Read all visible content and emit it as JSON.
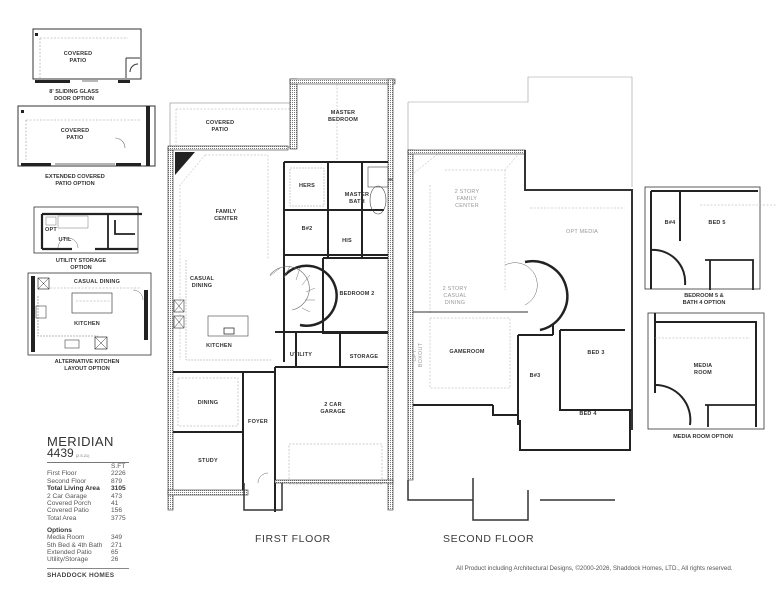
{
  "plan": {
    "name": "MERIDIAN",
    "number": "4439",
    "revision": "(2.5.21)",
    "sqft_header": "S.FT",
    "areas": [
      {
        "label": "First Floor",
        "value": "2226",
        "bold": false
      },
      {
        "label": "Second Floor",
        "value": "879",
        "bold": false
      },
      {
        "label": "Total Living Area",
        "value": "3105",
        "bold": true
      },
      {
        "label": "2 Car Garage",
        "value": "473",
        "bold": false
      },
      {
        "label": "Covered Porch",
        "value": "41",
        "bold": false
      },
      {
        "label": "Covered Patio",
        "value": "156",
        "bold": false
      },
      {
        "label": "Total Area",
        "value": "3775",
        "bold": false
      }
    ],
    "options_title": "Options",
    "options": [
      {
        "label": "Media Room",
        "value": "349"
      },
      {
        "label": "5th Bed & 4th Bath",
        "value": "271"
      },
      {
        "label": "Extended Patio",
        "value": "65"
      },
      {
        "label": "Utility/Storage",
        "value": "26"
      }
    ],
    "brand": "SHADDOCK HOMES"
  },
  "floors": {
    "first": {
      "title": "FIRST FLOOR",
      "rooms": {
        "covered_patio": [
          "COVERED",
          "PATIO"
        ],
        "master_bedroom": [
          "MASTER",
          "BEDROOM"
        ],
        "hers": "HERS",
        "master_bath": [
          "MASTER",
          "BATH"
        ],
        "bath2": "B#2",
        "his": "HIS",
        "family_center": [
          "FAMILY",
          "CENTER"
        ],
        "casual_dining": [
          "CASUAL",
          "DINING"
        ],
        "kitchen": "KITCHEN",
        "bedroom2": "BEDROOM 2",
        "utility": "UTILITY",
        "storage": "STORAGE",
        "dining": "DINING",
        "foyer": "FOYER",
        "study": "STUDY",
        "garage": [
          "2 CAR",
          "GARAGE"
        ]
      }
    },
    "second": {
      "title": "SECOND FLOOR",
      "rooms": {
        "family_open": [
          "2 STORY",
          "FAMILY",
          "CENTER"
        ],
        "casual_open": [
          "2 STORY",
          "CASUAL",
          "DINING"
        ],
        "opt_media": "OPT MEDIA",
        "gameroom": "GAMEROOM",
        "boxout": [
          "OPT.",
          "BOXOUT"
        ],
        "bath3": "B#3",
        "bed3": "BED 3",
        "bed4": "BED 4"
      }
    }
  },
  "option_plans": [
    {
      "id": "sliding-door",
      "rooms": [
        "COVERED",
        "PATIO"
      ],
      "caption": [
        "8' SLIDING GLASS",
        "DOOR OPTION"
      ]
    },
    {
      "id": "extended-patio",
      "rooms": [
        "COVERED",
        "PATIO"
      ],
      "caption": [
        "EXTENDED COVERED",
        "PATIO OPTION"
      ]
    },
    {
      "id": "utility-storage",
      "rooms": [
        "OPT",
        "UTIL"
      ],
      "caption": [
        "UTILITY STORAGE",
        "OPTION"
      ]
    },
    {
      "id": "alt-kitchen",
      "rooms": [
        "CASUAL DINING",
        "KITCHEN"
      ],
      "caption": [
        "ALTERNATIVE KITCHEN",
        "LAYOUT OPTION"
      ]
    },
    {
      "id": "bedroom5",
      "rooms": [
        "B#4",
        "BED 5"
      ],
      "caption": [
        "BEDROOM 5 &",
        "BATH 4 OPTION"
      ]
    },
    {
      "id": "media-room",
      "rooms": [
        "MEDIA",
        "ROOM"
      ],
      "caption": [
        "MEDIA ROOM OPTION"
      ]
    }
  ],
  "copyright": "All Product including Architectural Designs, ©2000-2026, Shaddock Homes, LTD., All rights reserved."
}
